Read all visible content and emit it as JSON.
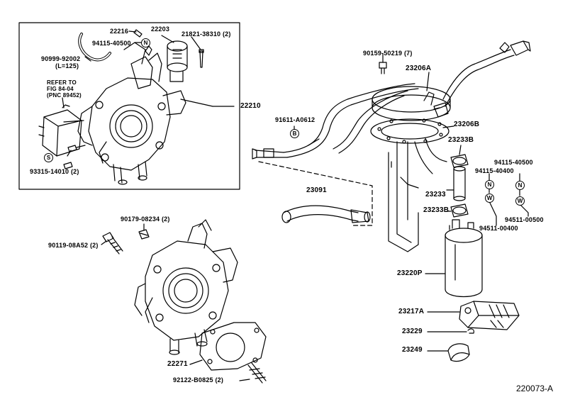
{
  "diagram_id": "220073-A",
  "inset": {
    "ref_line1": "REFER TO",
    "ref_line2": "FIG 84-04",
    "ref_line3": "(PNC 89452)"
  },
  "parts": {
    "p22216": "22216",
    "p22203": "22203",
    "p21821": "21821-38310 (2)",
    "p94115a": "94115-40500",
    "p90999": "90999-92002",
    "p90999b": "(L=125)",
    "p22210": "22210",
    "p93315": "93315-14010 (2)",
    "p90159": "90159-50219 (7)",
    "p23206a": "23206A",
    "p91611": "91611-A0612",
    "p23206b": "23206B",
    "p23233b1": "23233B",
    "p94115b": "94115-40500",
    "p94115c": "94115-40400",
    "p23091": "23091",
    "p23233": "23233",
    "p23233b2": "23233B",
    "p94511a": "94511-00500",
    "p94511b": "94511-00400",
    "p90179": "90179-08234 (2)",
    "p90119": "90119-08A52 (2)",
    "p23220p": "23220P",
    "p23217a": "23217A",
    "p23229": "23229",
    "p23249": "23249",
    "p22271": "22271",
    "p92122": "92122-B0825 (2)"
  },
  "symbols": {
    "n1": "N",
    "s1": "S",
    "b1": "B",
    "n2": "N",
    "n3": "N",
    "w1": "W",
    "w2": "W"
  }
}
